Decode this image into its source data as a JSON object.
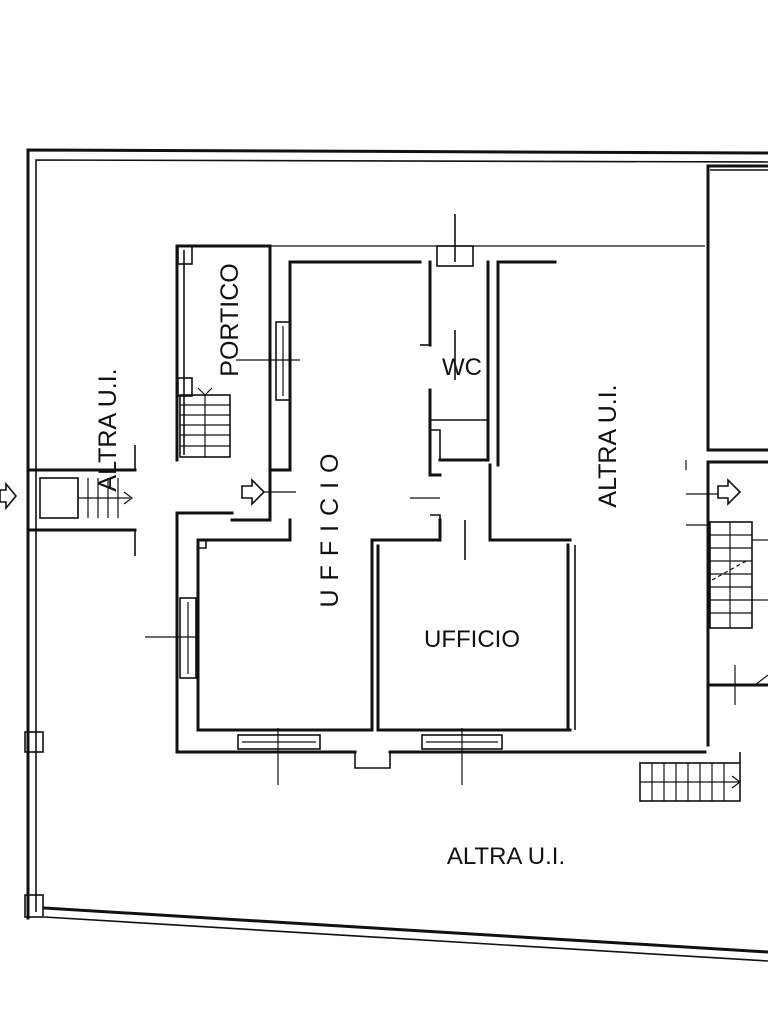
{
  "labels": {
    "portico": "PORTICO",
    "wc": "WC",
    "ufficio_vertical": "UFFICIO",
    "ufficio": "UFFICIO",
    "altra_left": "ALTRA U.I.",
    "altra_right": "ALTRA U.I.",
    "altra_bottom": "ALTRA U.I."
  },
  "colors": {
    "ink": "#111111",
    "paper": "#ffffff"
  }
}
